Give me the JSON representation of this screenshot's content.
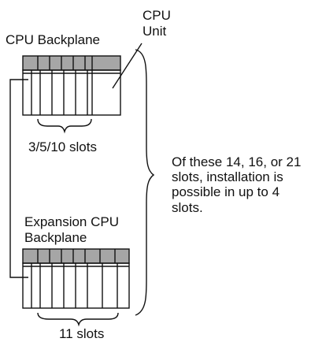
{
  "labels": {
    "cpu_unit": "CPU Unit",
    "cpu_backplane": "CPU Backplane",
    "slots_top": "3/5/10 slots",
    "expansion_backplane": "Expansion CPU Backplane",
    "slots_bottom": "11 slots",
    "note": "Of these 14, 16, or 21 slots, installation is possible in up to 4 slots."
  },
  "colors": {
    "line": "#111111",
    "header": "#a6a6a6",
    "background": "#ffffff"
  }
}
